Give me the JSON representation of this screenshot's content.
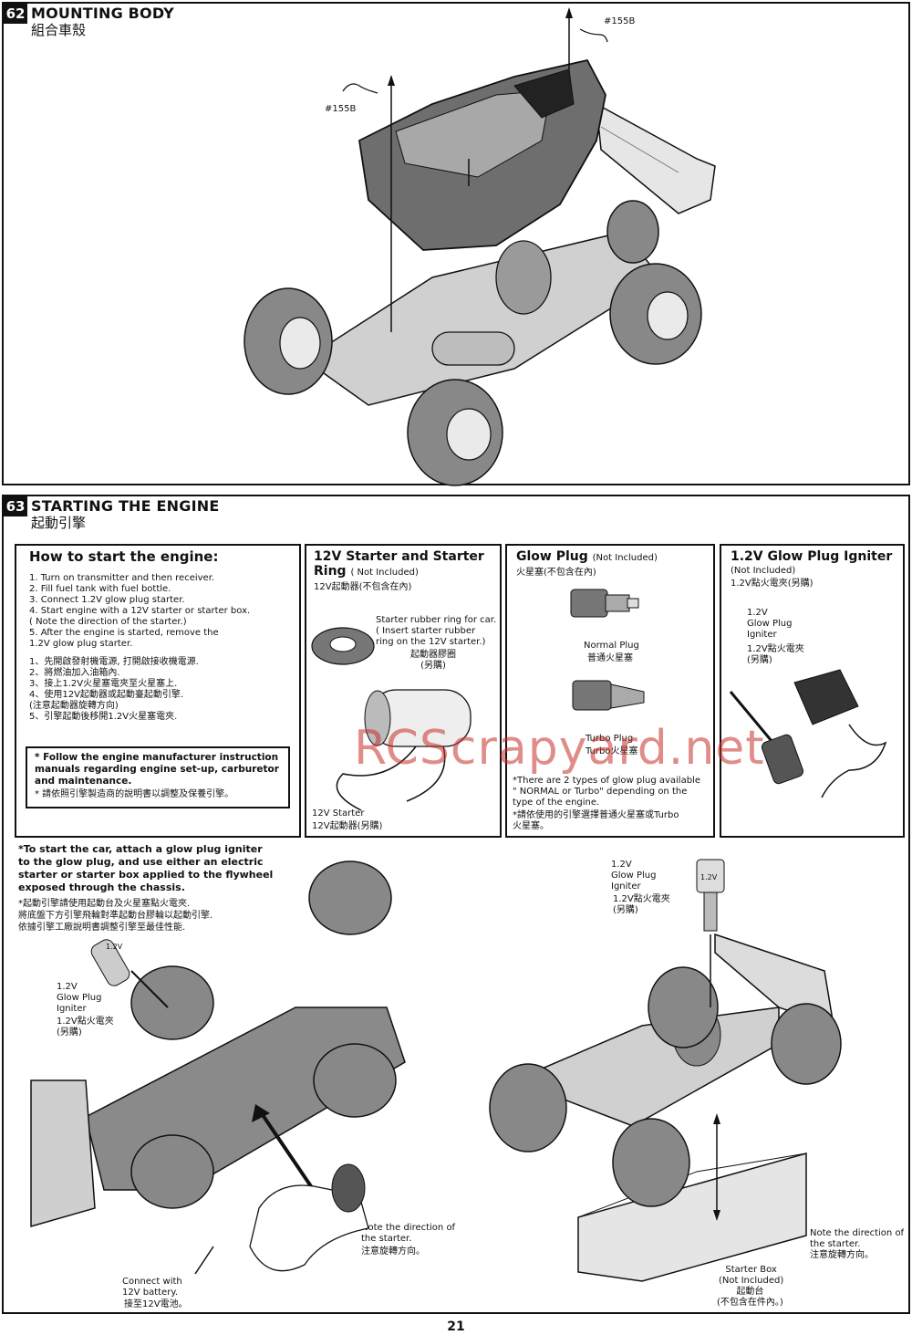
{
  "step62": {
    "number": "62",
    "title": "MOUNTING BODY",
    "subtitle": "組合車殼",
    "part_left": "#155B",
    "part_right": "#155B"
  },
  "step63": {
    "number": "63",
    "title": "STARTING THE ENGINE",
    "subtitle": "起動引擎",
    "howto": {
      "title": "How to start the engine:",
      "steps": [
        "1. Turn on transmitter and then receiver.",
        "2. Fill fuel tank with fuel bottle.",
        "3. Connect 1.2V glow plug starter.",
        "4. Start engine with a 12V starter or starter box.\n   ( Note the direction of the starter.)",
        "5. After the engine is started, remove the\n   1.2V glow plug starter."
      ],
      "zh_steps": [
        "1、先開啟發射機電源, 打開啟接收機電源.",
        "2、將燃油加入油箱內.",
        "3、接上1.2V火星塞電夾至火星塞上.",
        "4、使用12V起動器或起動臺起動引擎.\n   (注意起動器旋轉方向)",
        "5、引擎起動後移開1.2V火星塞電夾."
      ],
      "note_en": "* Follow the engine manufacturer instruction\n  manuals regarding engine set-up, carburetor\n  and maintenance.",
      "note_zh": "* 請依照引擎製造商的說明書以調整及保養引擎。"
    },
    "starter": {
      "title": "12V Starter and Starter Ring",
      "title_note": "( Not Included)",
      "zh": "12V起動器(不包含在內)",
      "ring_label": "Starter rubber ring for car.\n( Insert starter rubber\nring on the 12V starter.)",
      "ring_zh": "起動器膠圈\n(另購)",
      "starter_label": "12V Starter",
      "starter_zh": "12V起動器(另購)"
    },
    "glow": {
      "title": "Glow Plug",
      "title_note": "(Not Included)",
      "zh": "火星塞(不包含在內)",
      "normal_label": "Normal Plug",
      "normal_zh": "普通火星塞",
      "turbo_label": "Turbo Plug",
      "turbo_zh": "Turbo火星塞",
      "note_en": "*There are 2 types of glow plug available\n\" NORMAL or Turbo\" depending on the\ntype of the engine.",
      "note_zh": "*請依使用的引擎選擇普通火星塞或Turbo\n火星塞。"
    },
    "igniter": {
      "title": "1.2V Glow Plug Igniter",
      "title_note": "(Not Included)",
      "zh": "1.2V點火電夾(另購)",
      "label": "1.2V\nGlow Plug\nIgniter",
      "label_zh": "1.2V點火電夾\n(另購)"
    },
    "bottom": {
      "instruction_en": "*To start the car, attach a glow plug igniter\nto the glow plug, and use either an electric\nstarter or starter box applied to the flywheel\nexposed through the chassis.",
      "instruction_zh": "*起動引擎請使用起動台及火星塞點火電夾.\n將底盤下方引擎飛輪對準起動台膠輪以起動引擎.\n依據引擎工廠說明書調整引擎至最佳性能.",
      "left_igniter": "1.2V\nGlow Plug\nIgniter",
      "left_igniter_zh": "1.2V點火電夾\n(另購)",
      "right_igniter": "1.2V\nGlow Plug\nIgniter",
      "right_igniter_zh": "1.2V點火電夾\n(另購)",
      "battery_label": "Connect with\n12V battery.",
      "battery_zh": "接至12V電池。",
      "direction_left": "Note the direction of\nthe starter.",
      "direction_left_zh": "注意旋轉方向。",
      "direction_right": "Note the direction of\nthe starter.",
      "direction_right_zh": "注意旋轉方向。",
      "box_label": "Starter Box\n(Not Included)",
      "box_zh": "起動台\n(不包含在件內。)",
      "igniter_tag": "1.2V",
      "can_tag": "1.2V"
    }
  },
  "watermark": "RCScrapyard.net",
  "page_number": "21",
  "colors": {
    "ink": "#111111",
    "body_gray": "#6e6e6e",
    "watermark": "#c8302a"
  }
}
